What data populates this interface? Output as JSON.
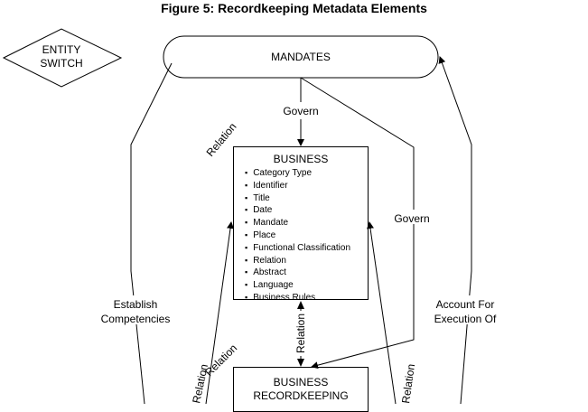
{
  "diagram": {
    "title": "Figure 5:  Recordkeeping Metadata Elements",
    "legend": {
      "label_line1": "ENTITY",
      "label_line2": "SWITCH"
    },
    "nodes": {
      "mandates": {
        "label": "MANDATES"
      },
      "business": {
        "label": "BUSINESS",
        "items": [
          "Category Type",
          "Identifier",
          "Title",
          "Date",
          "Mandate",
          "Place",
          "Functional Classification",
          "Relation",
          "Abstract",
          "Language",
          "Business Rules"
        ]
      },
      "business_recordkeeping": {
        "label_line1": "BUSINESS",
        "label_line2": "RECORDKEEPING"
      }
    },
    "edge_labels": {
      "govern_center": "Govern",
      "govern_right": "Govern",
      "relation_upper_left": "Relation",
      "relation_vertical": "Relation",
      "relation_lower_left": "Relation",
      "relation_lower_rotated_left": "Relation",
      "relation_lower_rotated_right": "Relation",
      "establish_line1": "Establish",
      "establish_line2": "Competencies",
      "account_line1": "Account For",
      "account_line2": "Execution Of"
    }
  }
}
